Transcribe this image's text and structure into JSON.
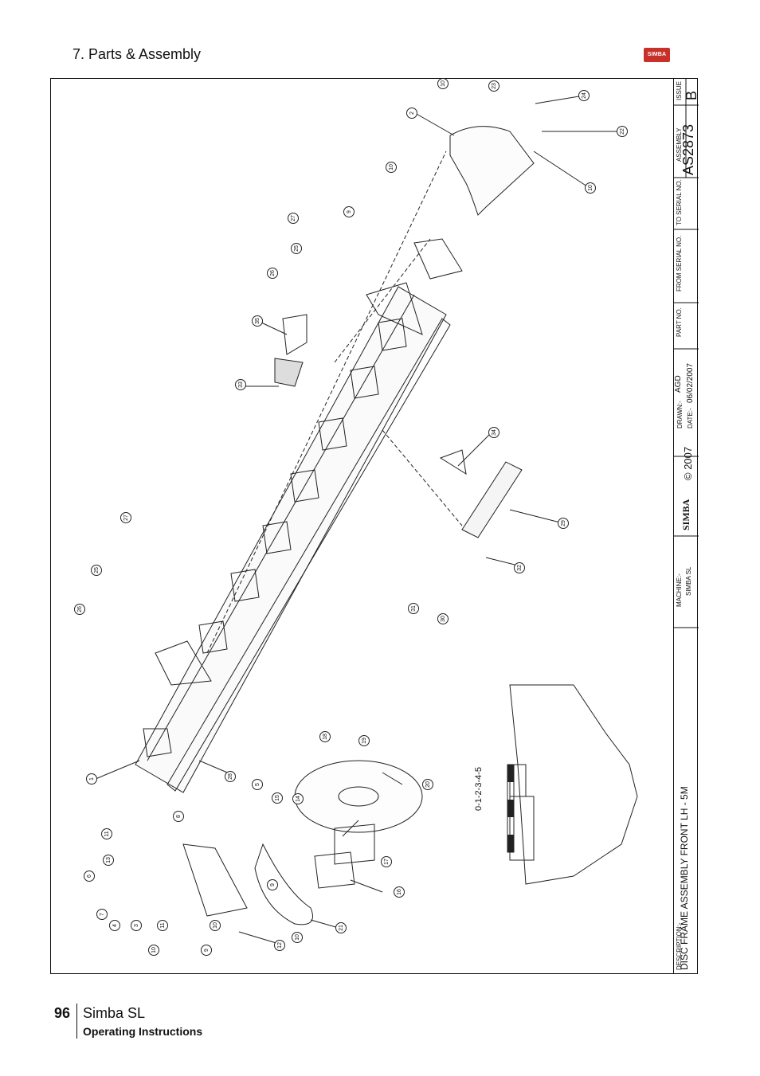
{
  "header": {
    "section_title": "7. Parts & Assembly",
    "logo_text": "SIMBA"
  },
  "title_block": {
    "issue_label": "ISSUE",
    "issue_value": "B",
    "assembly_label": "ASSEMBLY",
    "assembly_value": "AS2873",
    "to_serial_label": "TO SERIAL NO.",
    "from_serial_label": "FROM SERIAL NO.",
    "part_no_label": "PART NO.",
    "drawn_label": "DRAWN:-",
    "drawn_value": "AGD",
    "date_label": "DATE:-",
    "date_value": "06/02/2007",
    "copyright": "© 2007",
    "logo_text": "SIMBA",
    "machine_label": "MACHINE:-",
    "machine_value": "SIMBA SL",
    "description_label": "DESCRIPTION:-",
    "description_value": "DISC FRAME ASSEMBLY FRONT LH - 5M"
  },
  "drawing": {
    "scale_label": "0-1-2-3-4-5",
    "callouts": [
      "10",
      "23",
      "24",
      "2",
      "22",
      "10",
      "10",
      "9",
      "27",
      "25",
      "26",
      "35",
      "33",
      "34",
      "29",
      "32",
      "30",
      "31",
      "27",
      "25",
      "26",
      "1",
      "28",
      "18",
      "19",
      "20",
      "5",
      "15",
      "14",
      "8",
      "11",
      "13",
      "6",
      "7",
      "4",
      "3",
      "11",
      "10",
      "9",
      "10",
      "12",
      "10",
      "9",
      "21",
      "17",
      "16"
    ]
  },
  "footer": {
    "page_number": "96",
    "product": "Simba SL",
    "document": "Operating Instructions"
  },
  "colors": {
    "logo_red": "#c8312a",
    "line": "#111111"
  }
}
